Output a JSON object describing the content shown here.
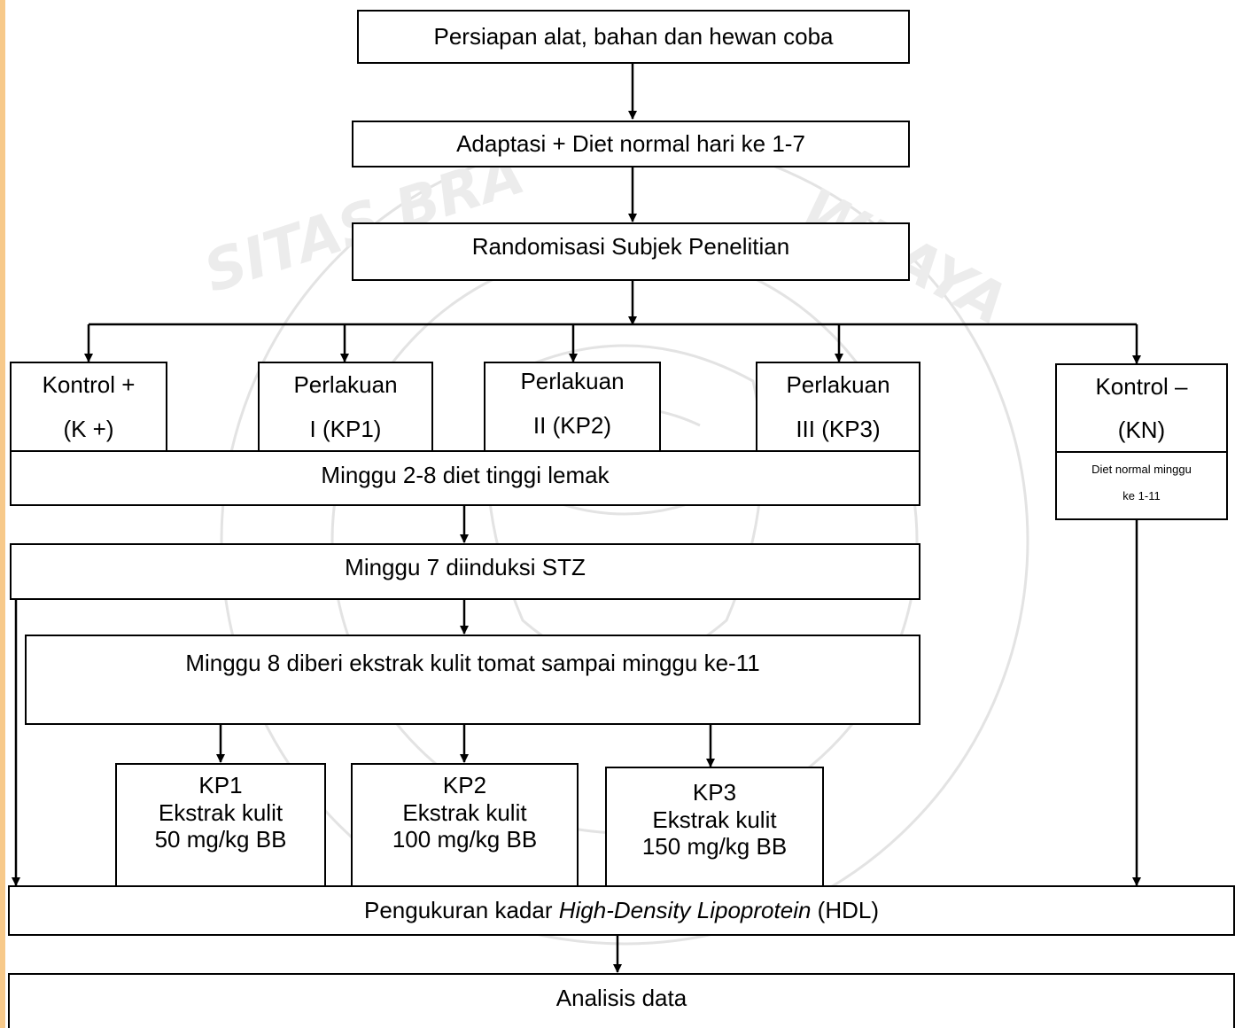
{
  "steps": {
    "preparation": "Persiapan alat, bahan dan hewan coba",
    "adaptation": "Adaptasi + Diet normal hari ke 1-7",
    "randomization": "Randomisasi Subjek Penelitian",
    "high_fat_diet": "Minggu 2-8 diet tinggi lemak",
    "stz_induction": "Minggu 7 diinduksi STZ",
    "extract_period": "Minggu 8 diberi ekstrak kulit tomat sampai minggu ke-11",
    "hdl_measure_prefix": "Pengukuran kadar ",
    "hdl_measure_italic": "High-Density Lipoprotein",
    "hdl_measure_suffix": " (HDL)",
    "analysis": "Analisis data"
  },
  "groups": [
    {
      "line1": "Kontrol +",
      "line2": "(K +)"
    },
    {
      "line1": "Perlakuan",
      "line2": "I (KP1)"
    },
    {
      "line1": "Perlakuan",
      "line2": "II (KP2)"
    },
    {
      "line1": "Perlakuan",
      "line2": "III (KP3)"
    },
    {
      "line1": "Kontrol –",
      "line2": "(KN)"
    }
  ],
  "kn_diet": {
    "line1": "Diet normal minggu",
    "line2": "ke 1-11"
  },
  "doses": [
    {
      "code": "KP1",
      "label": "Ekstrak kulit",
      "dose": "50 mg/kg BB"
    },
    {
      "code": "KP2",
      "label": "Ekstrak kulit",
      "dose": "100 mg/kg BB"
    },
    {
      "code": "KP3",
      "label": "Ekstrak kulit",
      "dose": "150 mg/kg BB"
    }
  ],
  "watermark": {
    "text": "UNIVERSITAS BRAWIJAYA",
    "color": "#9a9a9a"
  }
}
